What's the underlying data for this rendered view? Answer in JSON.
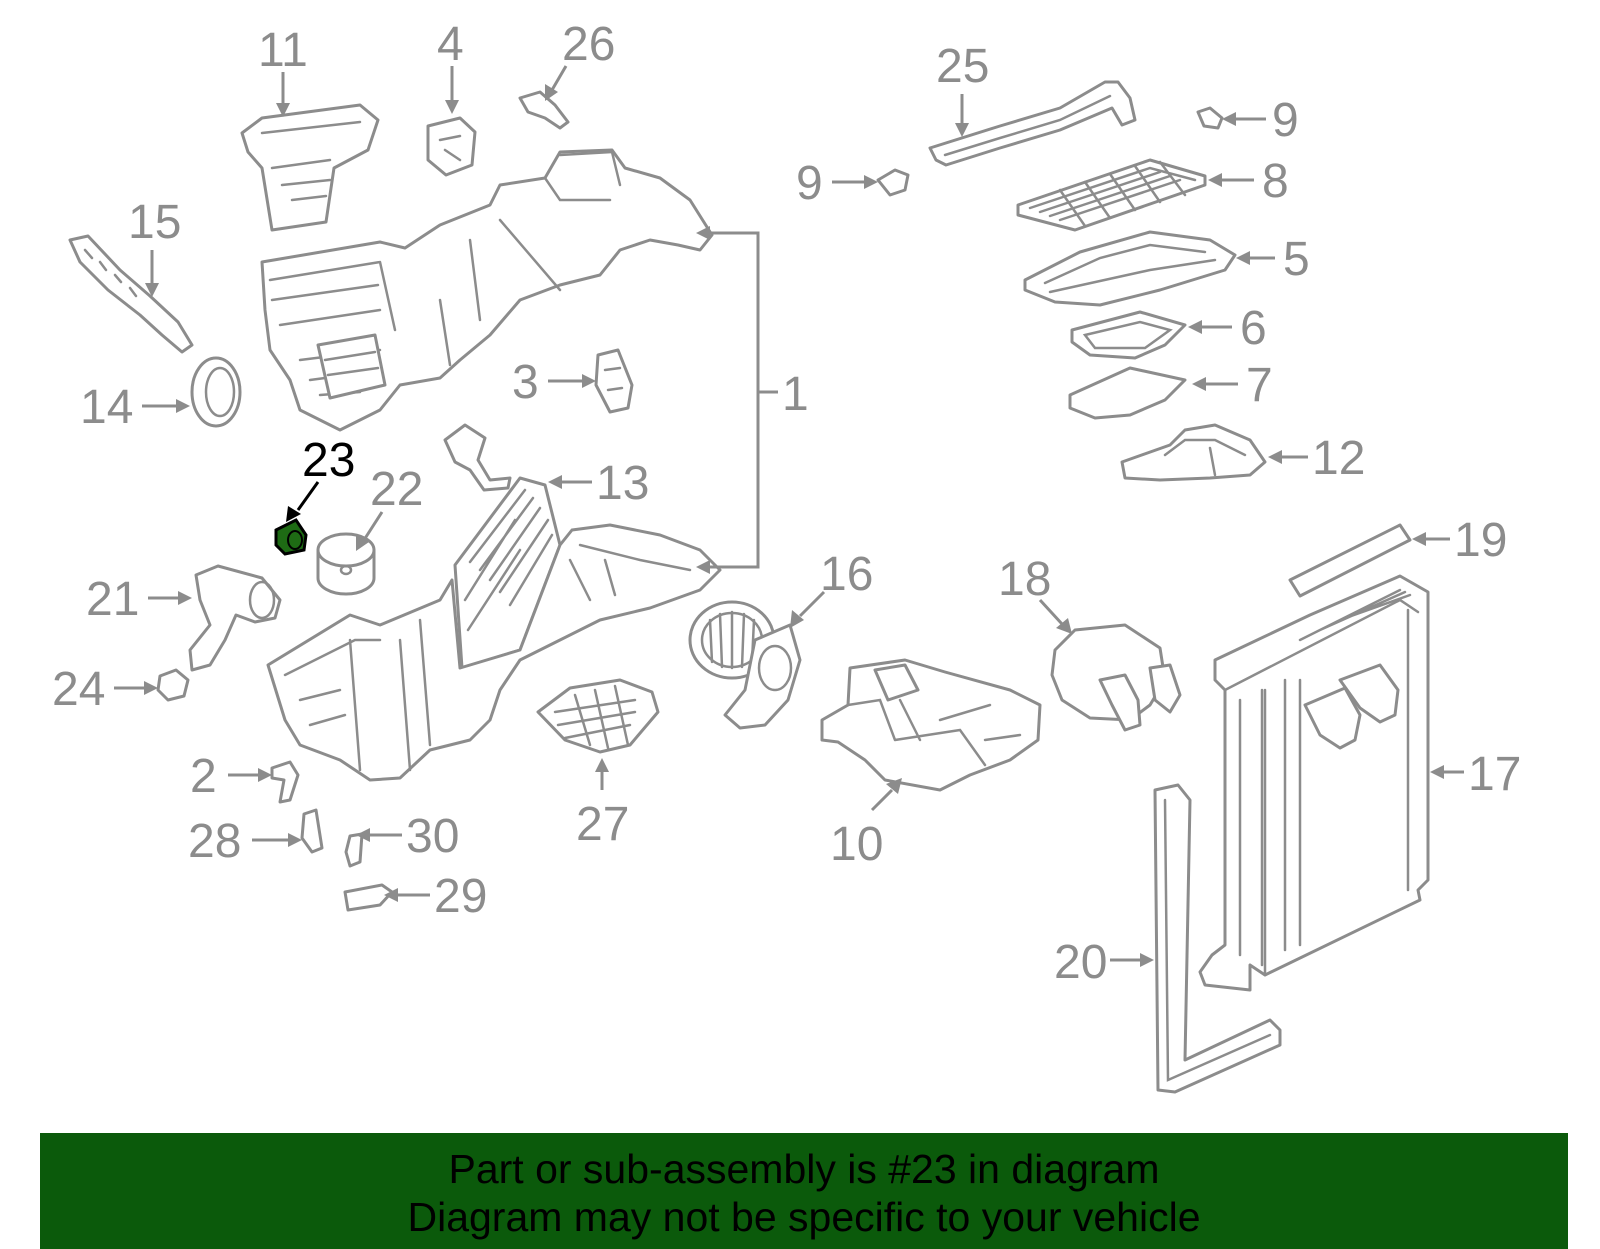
{
  "diagram": {
    "label_color": "#8c8c8c",
    "highlight_part": "23",
    "highlight_label_color": "#000000",
    "highlight_fill_color": "#1e6b14",
    "labels": [
      "1",
      "2",
      "3",
      "4",
      "5",
      "6",
      "7",
      "8",
      "9",
      "9",
      "10",
      "11",
      "12",
      "13",
      "14",
      "15",
      "16",
      "17",
      "18",
      "19",
      "20",
      "21",
      "22",
      "23",
      "24",
      "25",
      "26",
      "27",
      "28",
      "29",
      "30"
    ]
  },
  "banner": {
    "background": "#0b5a0b",
    "line1": "Part or sub-assembly is #23 in diagram",
    "line2": "Diagram may not be specific to your vehicle"
  }
}
